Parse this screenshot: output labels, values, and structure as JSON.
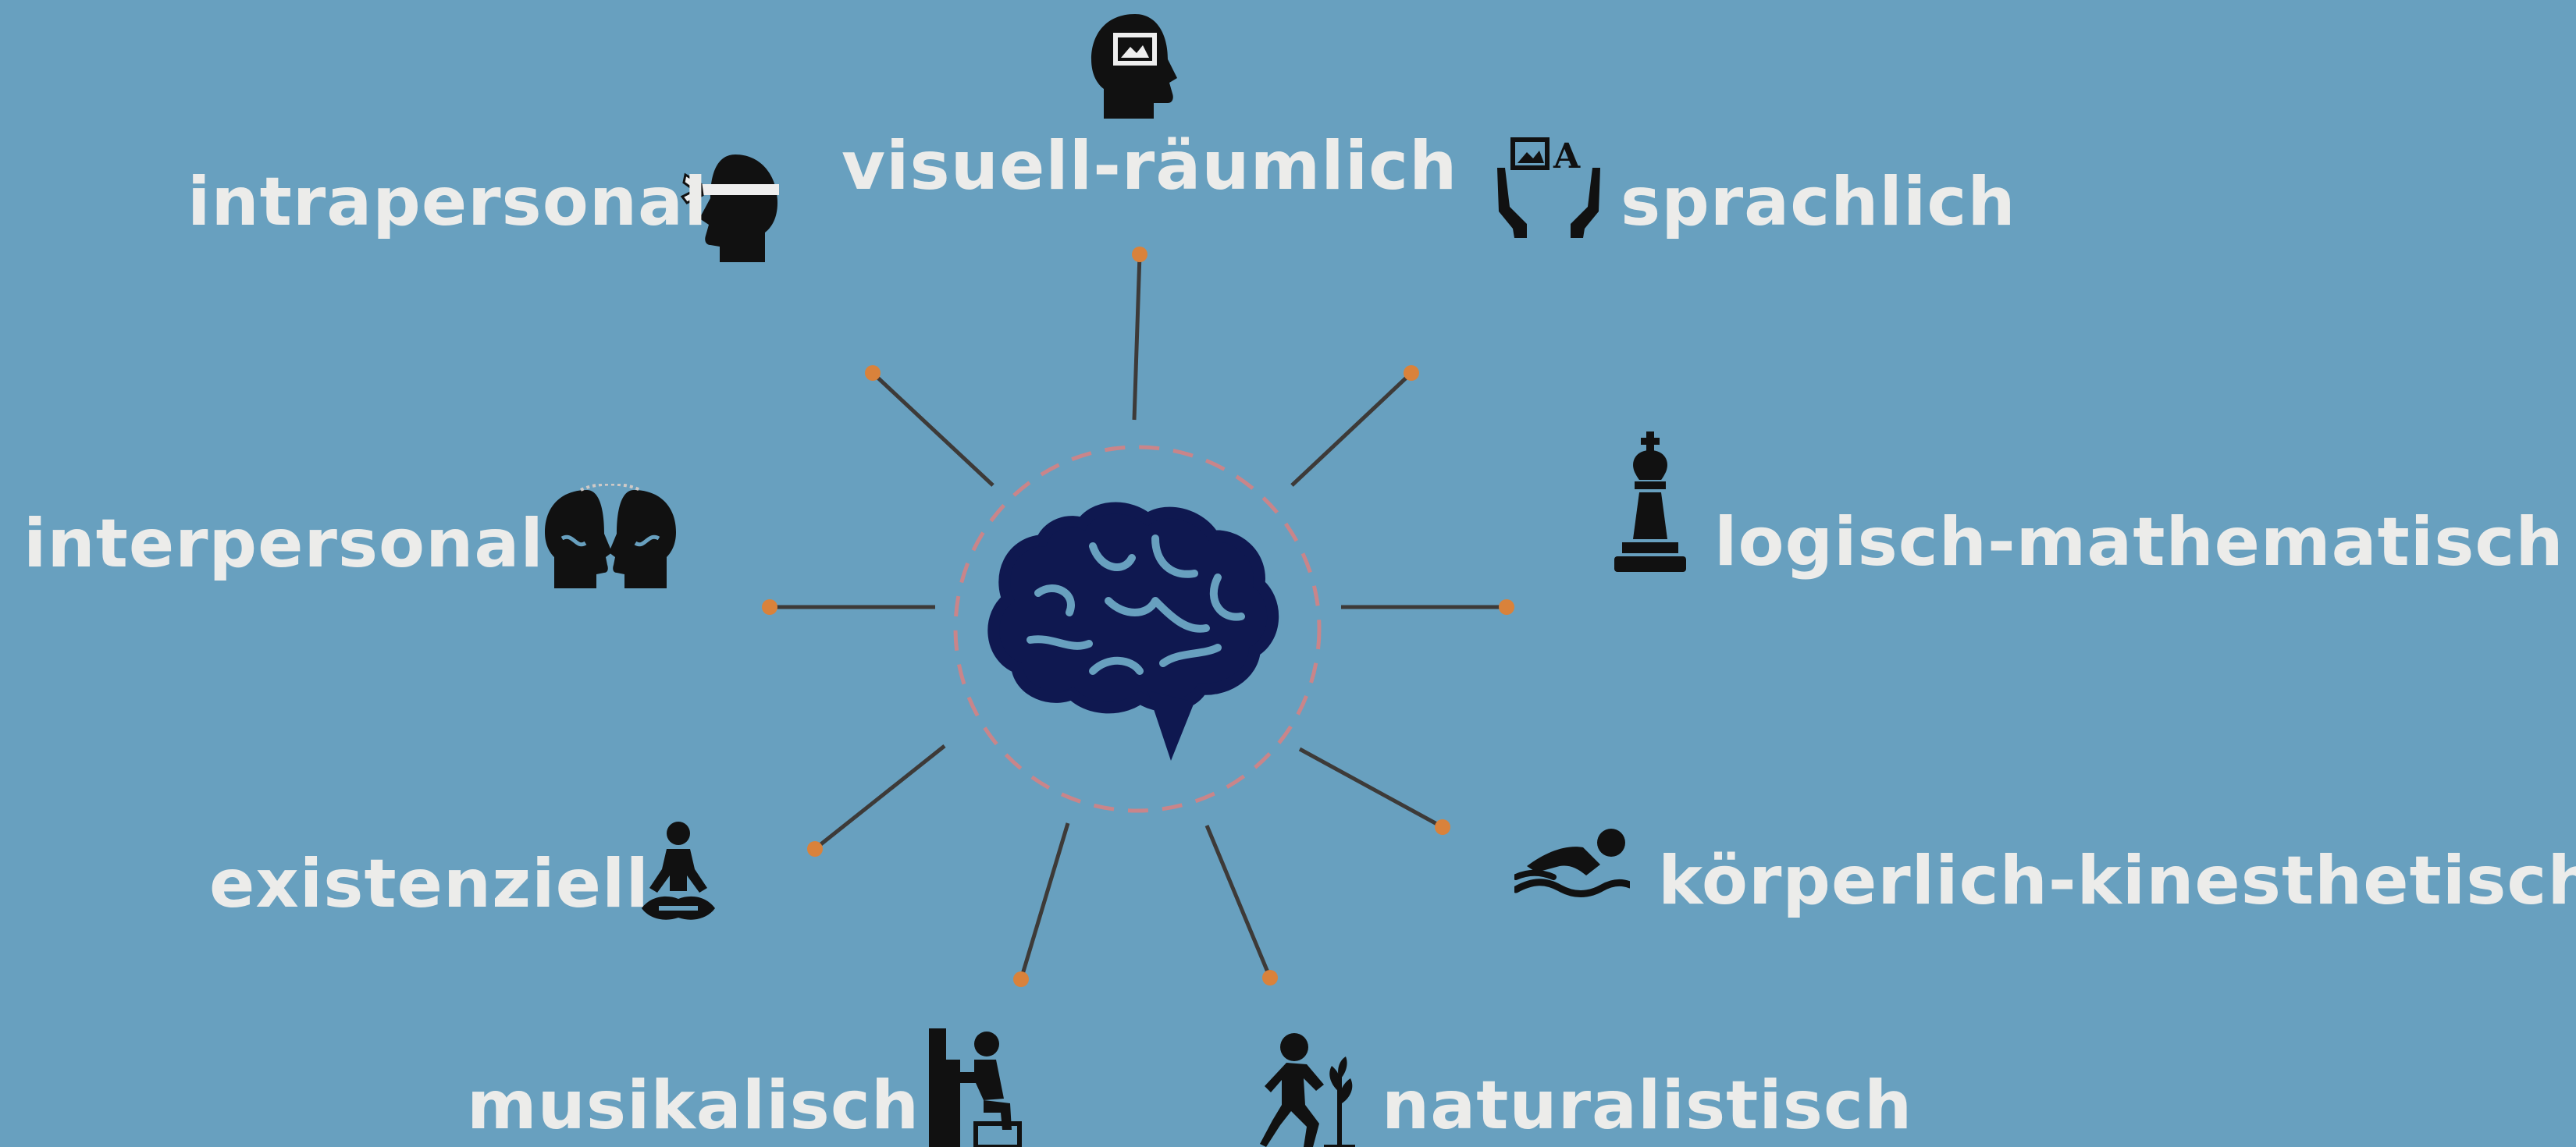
{
  "colors": {
    "background": "#68a0bf",
    "label_text": "#ececea",
    "icon": "#111111",
    "brain": "#0f1850",
    "spoke_line": "#3d3a38",
    "spoke_dot": "#d9823b",
    "dashed_circle": "#c9858a"
  },
  "center": {
    "icon": "brain-icon"
  },
  "intelligences": [
    {
      "id": "visuell",
      "label": "visuell-räumlich",
      "icon": "head-picture-icon"
    },
    {
      "id": "sprachlich",
      "label": "sprachlich",
      "icon": "hands-letter-icon"
    },
    {
      "id": "logisch",
      "label": "logisch-mathematisch",
      "icon": "chess-king-icon"
    },
    {
      "id": "koerperlich",
      "label": "körperlich-kinesthetisch",
      "icon": "swimmer-icon"
    },
    {
      "id": "naturalistisch",
      "label": "naturalistisch",
      "icon": "gardener-icon"
    },
    {
      "id": "musikalisch",
      "label": "musikalisch",
      "icon": "pianist-icon"
    },
    {
      "id": "existenziell",
      "label": "existenziell",
      "icon": "meditation-icon"
    },
    {
      "id": "interpersonal",
      "label": "interpersonal",
      "icon": "two-heads-icon"
    },
    {
      "id": "intrapersonal",
      "label": "intrapersonal",
      "icon": "blindfolded-head-icon"
    }
  ]
}
